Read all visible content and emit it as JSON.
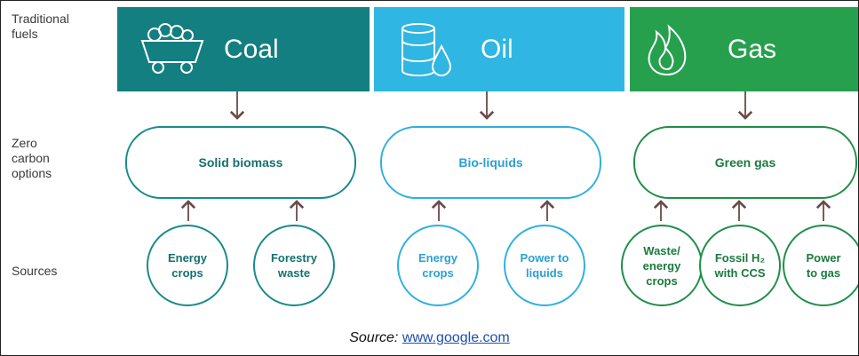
{
  "rows": {
    "traditional": "Traditional\nfuels",
    "zero_carbon": "Zero\ncarbon\noptions",
    "sources": "Sources"
  },
  "fuels": [
    {
      "name": "Coal",
      "icon": "coal-cart-icon",
      "color": "#137f80"
    },
    {
      "name": "Oil",
      "icon": "oil-barrel-icon",
      "color": "#2fb6e2"
    },
    {
      "name": "Gas",
      "icon": "flame-icon",
      "color": "#27a04e"
    }
  ],
  "options": [
    {
      "label": "Solid biomass"
    },
    {
      "label": "Bio-liquids"
    },
    {
      "label": "Green gas"
    }
  ],
  "sources": [
    {
      "label": "Energy\ncrops"
    },
    {
      "label": "Forestry\nwaste"
    },
    {
      "label": "Energy\ncrops"
    },
    {
      "label": "Power to\nliquids"
    },
    {
      "label": "Waste/\nenergy\ncrops"
    },
    {
      "label": "Fossil H₂\nwith CCS"
    },
    {
      "label": "Power\nto gas"
    }
  ],
  "caption": {
    "prefix": "Source:",
    "link": "www.google.com"
  }
}
